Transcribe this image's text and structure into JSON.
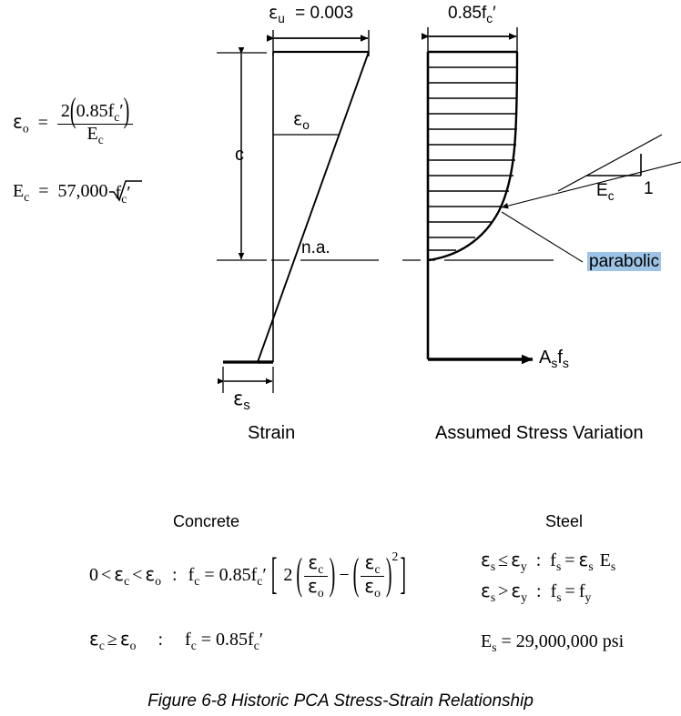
{
  "figure": {
    "caption": "Figure 6-8  Historic PCA Stress-Strain Relationship"
  },
  "formulas_left": {
    "eps_o_lhs": "ε",
    "eps_o_sub": "o",
    "eq": "=",
    "eps_o_num_a": "2",
    "eps_o_num_b": "0.85f",
    "eps_o_num_b_sub": "c",
    "eps_o_num_prime": "′",
    "eps_o_den": "E",
    "eps_o_den_sub": "c",
    "ec_lhs": "E",
    "ec_lhs_sub": "c",
    "ec_eq": "=",
    "ec_value": "57,000",
    "ec_radicand": "f",
    "ec_radicand_sub": "c",
    "ec_radicand_prime": "′"
  },
  "strain_diagram": {
    "top_label_symbol": "ε",
    "top_label_sub": "u",
    "top_label_value": "= 0.003",
    "depth_label": "c",
    "eps_o_symbol": "ε",
    "eps_o_sub": "o",
    "neutral_axis_label": "n.a.",
    "bottom_label_symbol": "ε",
    "bottom_label_sub": "s",
    "title": "Strain"
  },
  "stress_diagram": {
    "top_label": "0.85f",
    "top_label_sub": "c",
    "top_label_prime": "′",
    "curve_label": "parabolic",
    "slope_rise": "1",
    "slope_run": "E",
    "slope_run_sub": "c",
    "force_label_a": "A",
    "force_label_a_sub": "s",
    "force_label_f": "f",
    "force_label_f_sub": "s",
    "title": "Assumed Stress Variation"
  },
  "equations": {
    "concrete": {
      "heading": "Concrete",
      "row1": {
        "cond_zero": "0",
        "cond_lt1": "<",
        "cond_eps_c": "ε",
        "cond_eps_c_sub": "c",
        "cond_lt2": "<",
        "cond_eps_o": "ε",
        "cond_eps_o_sub": "o",
        "colon": ":",
        "lhs_f": "f",
        "lhs_f_sub": "c",
        "eq": "=",
        "coef": "0.85f",
        "coef_sub": "c",
        "coef_prime": "′",
        "bracket_open": "[",
        "two": "2",
        "frac1_num": "ε",
        "frac1_num_sub": "c",
        "frac1_den": "ε",
        "frac1_den_sub": "o",
        "minus": "−",
        "frac2_num": "ε",
        "frac2_num_sub": "c",
        "frac2_den": "ε",
        "frac2_den_sub": "o",
        "exponent": "2",
        "bracket_close": "]"
      },
      "row2": {
        "cond_eps_c": "ε",
        "cond_eps_c_sub": "c",
        "cond_ge": "≥",
        "cond_eps_o": "ε",
        "cond_eps_o_sub": "o",
        "colon": ":",
        "lhs_f": "f",
        "lhs_f_sub": "c",
        "eq": "=",
        "rhs": "0.85f",
        "rhs_sub": "c",
        "rhs_prime": "′"
      }
    },
    "steel": {
      "heading": "Steel",
      "row1": {
        "cond_eps_s": "ε",
        "cond_eps_s_sub": "s",
        "cond_op": "≤",
        "cond_eps_y": "ε",
        "cond_eps_y_sub": "y",
        "colon": ":",
        "lhs_f": "f",
        "lhs_f_sub": "s",
        "eq": "=",
        "rhs_eps": "ε",
        "rhs_eps_sub": "s",
        "rhs_E": "E",
        "rhs_E_sub": "s"
      },
      "row2": {
        "cond_eps_s": "ε",
        "cond_eps_s_sub": "s",
        "cond_op": ">",
        "cond_eps_y": "ε",
        "cond_eps_y_sub": "y",
        "colon": ":",
        "lhs_f": "f",
        "lhs_f_sub": "s",
        "eq": "=",
        "rhs_f": "f",
        "rhs_f_sub": "y"
      },
      "row3": {
        "lhs_E": "E",
        "lhs_E_sub": "s",
        "eq": "=",
        "value": "29,000,000",
        "unit": "psi"
      }
    }
  },
  "colors": {
    "ink": "#000000",
    "highlight": "#9dc3e6",
    "background": "#ffffff"
  }
}
